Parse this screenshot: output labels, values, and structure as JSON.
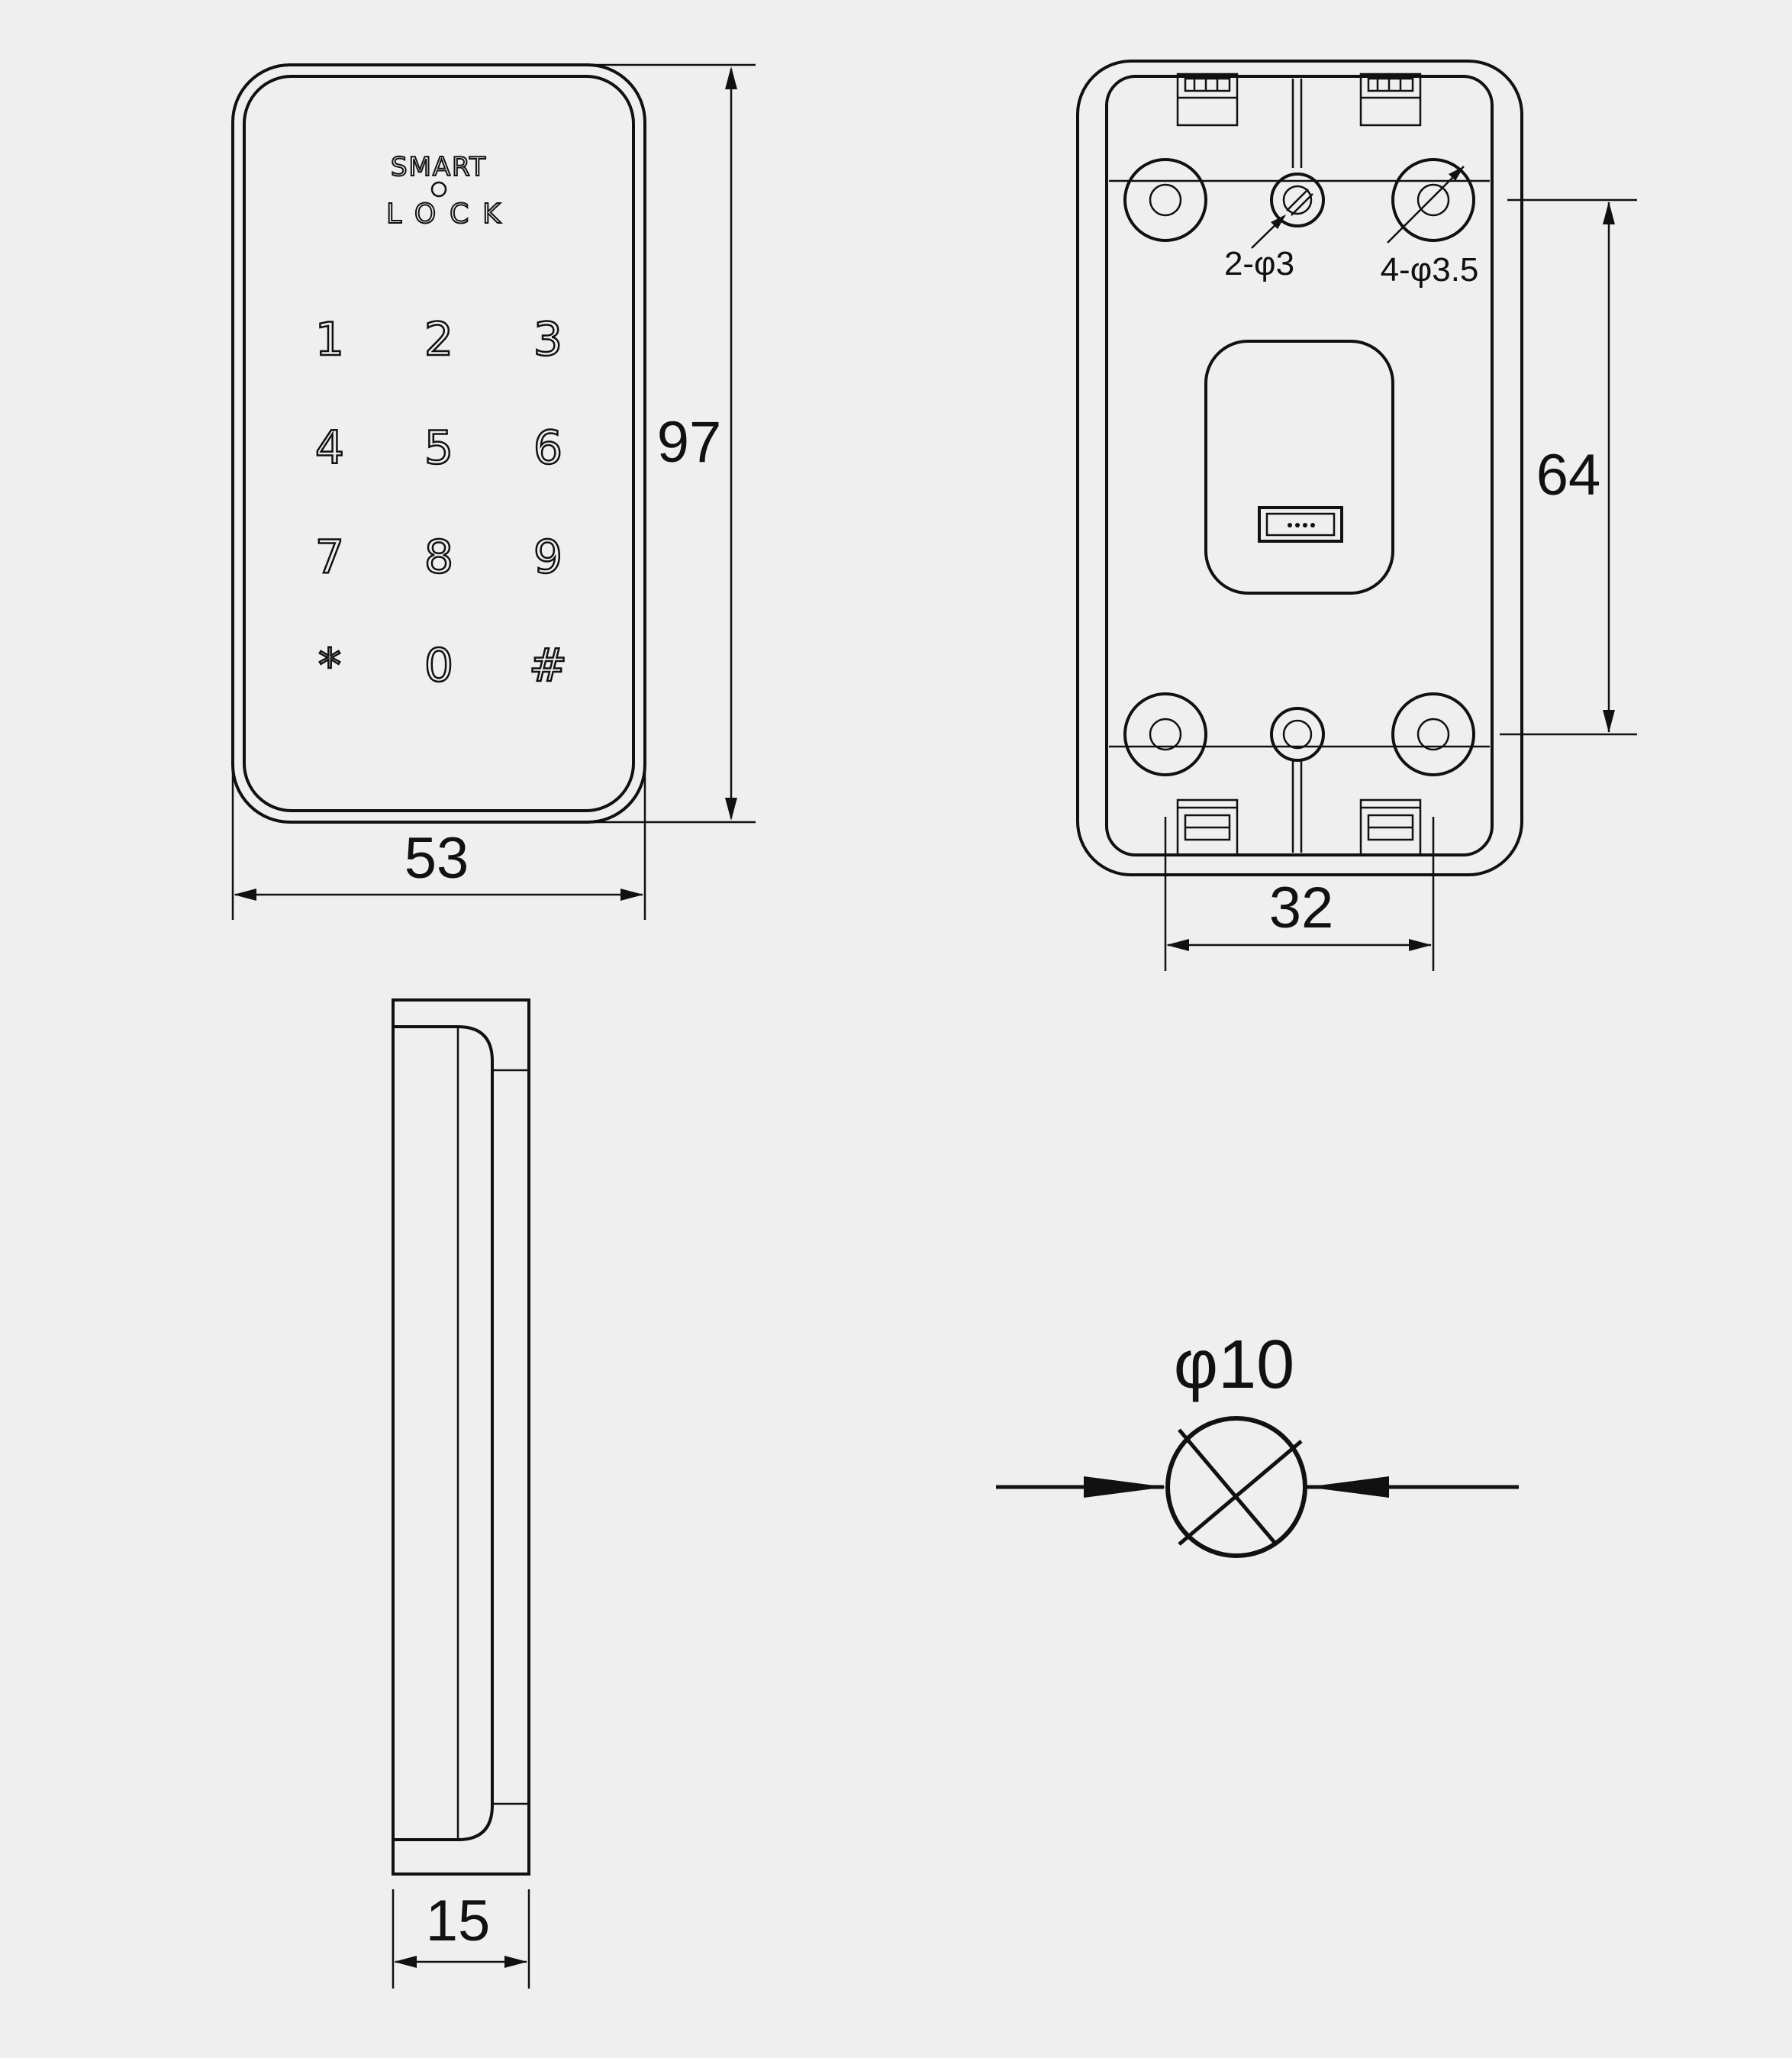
{
  "front_view": {
    "brand_top": "SMART",
    "brand_bottom": "LOCK",
    "keys": [
      "1",
      "2",
      "3",
      "4",
      "5",
      "6",
      "7",
      "8",
      "9",
      "*",
      "0",
      "#"
    ],
    "dim_height": "97",
    "dim_width": "53"
  },
  "back_view": {
    "label_small_holes": "2-φ3",
    "label_large_holes": "4-φ3.5",
    "dim_hole_spacing_vertical": "64",
    "dim_hole_spacing_horizontal": "32"
  },
  "side_view": {
    "dim_thickness": "15"
  },
  "hole_symbol": {
    "dim_diameter": "φ10"
  }
}
